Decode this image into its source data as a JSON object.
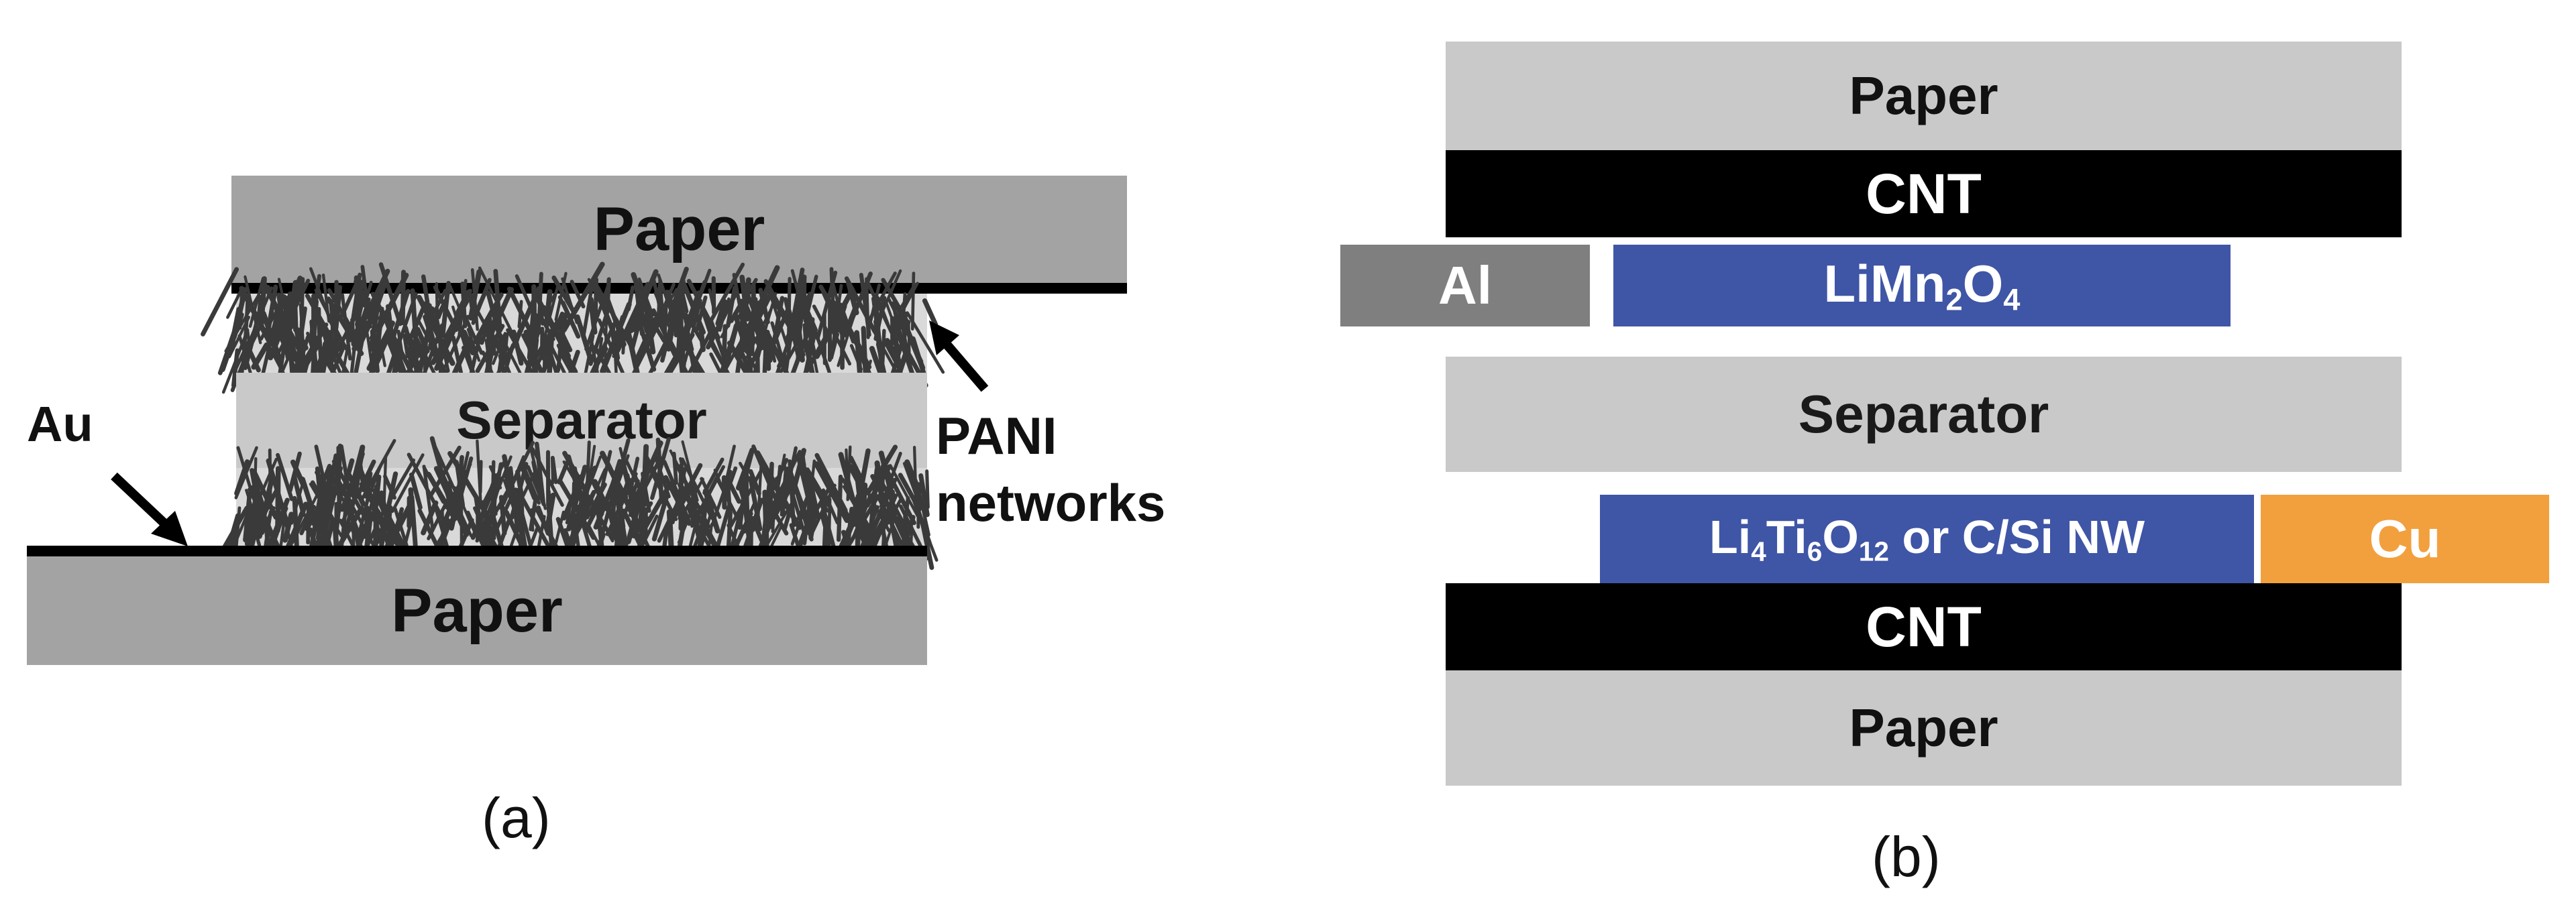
{
  "panel_a": {
    "paper_top": "Paper",
    "separator": "Separator",
    "paper_bottom": "Paper",
    "au_label": "Au",
    "pani_label_line1": "PANI",
    "pani_label_line2": "networks",
    "caption": "(a)"
  },
  "panel_b": {
    "paper_top": "Paper",
    "cnt_top": "CNT",
    "al": "Al",
    "cathode": {
      "main": "LiMn",
      "sub1": "2",
      "mid": "O",
      "sub2": "4"
    },
    "separator": "Separator",
    "anode": {
      "p1": "Li",
      "s1": "4",
      "p2": "Ti",
      "s2": "6",
      "p3": "O",
      "s3": "12",
      "p4": " or C/Si NW"
    },
    "cu": "Cu",
    "cnt_bottom": "CNT",
    "paper_bottom": "Paper",
    "caption": "(b)"
  },
  "colors": {
    "paper": "#a3a3a3",
    "cnt": "#000000",
    "separator_a": "#c9c9c9",
    "separator_b": "#c9c9c9",
    "active_material": "#3f55a6",
    "al": "#7f7f7f",
    "cu": "#f2a03d",
    "pani": "#3a3a3a"
  }
}
